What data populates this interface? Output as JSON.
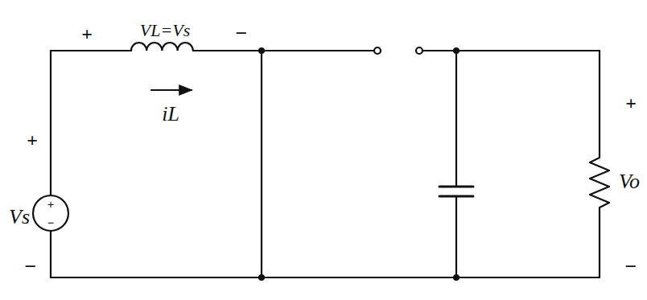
{
  "diagram": {
    "labels": [
      "+",
      "VL=Vs",
      "−",
      "iL",
      "+",
      "Vs",
      "−",
      "+",
      "−",
      "+",
      "Vo",
      "−"
    ]
  }
}
